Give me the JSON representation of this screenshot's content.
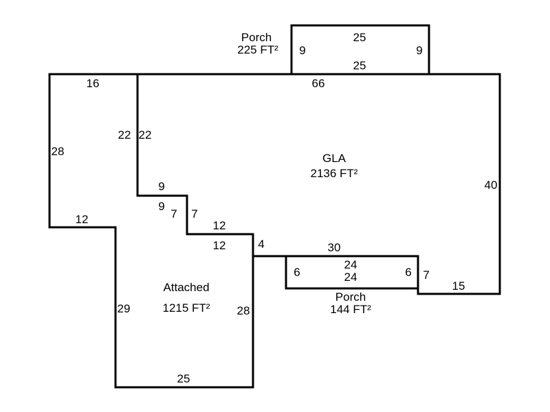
{
  "sketch": {
    "areas": [
      {
        "id": "porch_top",
        "name": "Porch",
        "area_label": "225 FT²",
        "sqft": 225
      },
      {
        "id": "gla",
        "name": "GLA",
        "area_label": "2136 FT²",
        "sqft": 2136
      },
      {
        "id": "attached",
        "name": "Attached",
        "area_label": "1215 FT²",
        "sqft": 1215
      },
      {
        "id": "porch_bottom",
        "name": "Porch",
        "area_label": "144 FT²",
        "sqft": 144
      }
    ],
    "dimensions": {
      "porch_top_top": "25",
      "porch_top_bottom": "25",
      "porch_top_left": "9",
      "porch_top_right": "9",
      "gla_top": "66",
      "gla_right": "40",
      "left_top": "16",
      "left_side": "28",
      "left_inner_a": "22",
      "left_inner_b": "22",
      "left_bottom": "12",
      "step1_top": "9",
      "step1_bottom": "9",
      "step2_left": "7",
      "step2_right": "7",
      "step3_top": "12",
      "step3_bottom": "12",
      "step4": "4",
      "porch_bottom_top_outer": "30",
      "porch_bottom_top": "24",
      "porch_bottom_bottom": "24",
      "porch_bottom_left": "6",
      "porch_bottom_right": "6",
      "right_step": "7",
      "bottom_right": "15",
      "attached_left": "29",
      "attached_right": "28",
      "attached_bottom": "25"
    }
  }
}
